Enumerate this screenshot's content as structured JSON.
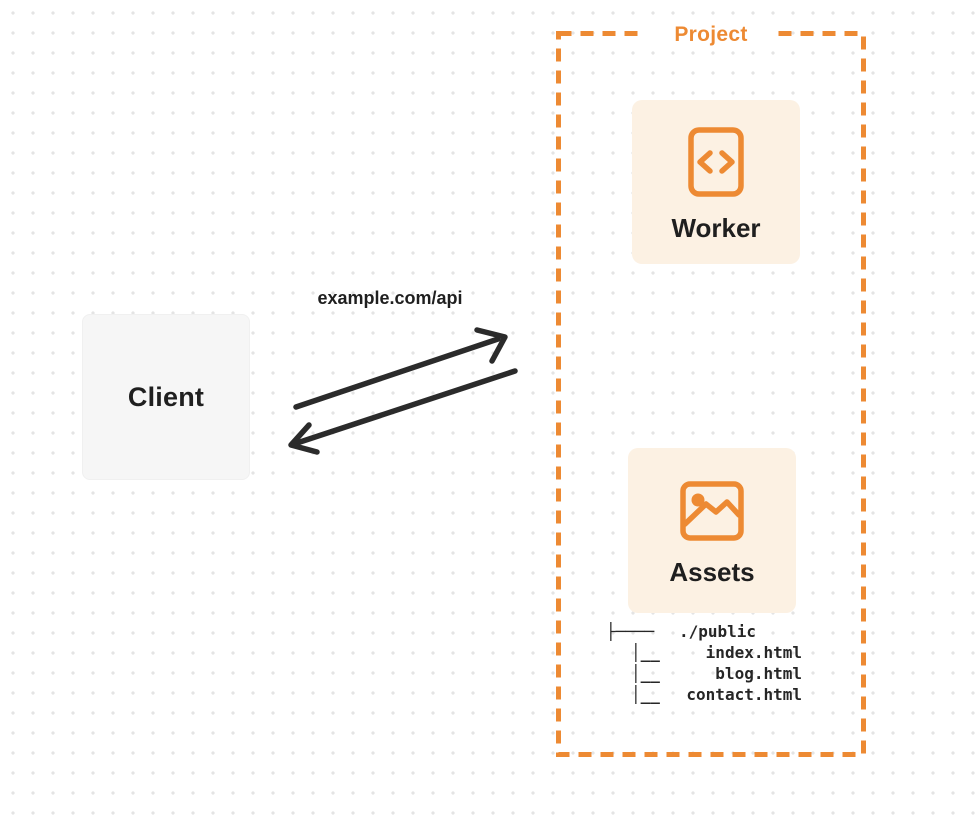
{
  "client": {
    "label": "Client"
  },
  "request": {
    "label": "example.com/api"
  },
  "project": {
    "label": "Project",
    "nodes": {
      "worker": {
        "label": "Worker",
        "icon": "code-file-icon"
      },
      "assets": {
        "label": "Assets",
        "icon": "image-icon"
      }
    },
    "file_tree": [
      {
        "connector": "├────",
        "name": "./public"
      },
      {
        "connector": "│__",
        "name": "index.html"
      },
      {
        "connector": "│__",
        "name": "blog.html"
      },
      {
        "connector": "│__",
        "name": "contact.html"
      }
    ]
  },
  "colors": {
    "accent_orange": "#ED8A33",
    "card_cream": "#FCF1E3",
    "client_gray": "#F6F6F6",
    "ink": "#1F1F1F",
    "arrow": "#2B2B2B",
    "dot_grid": "#E4E4E4"
  }
}
